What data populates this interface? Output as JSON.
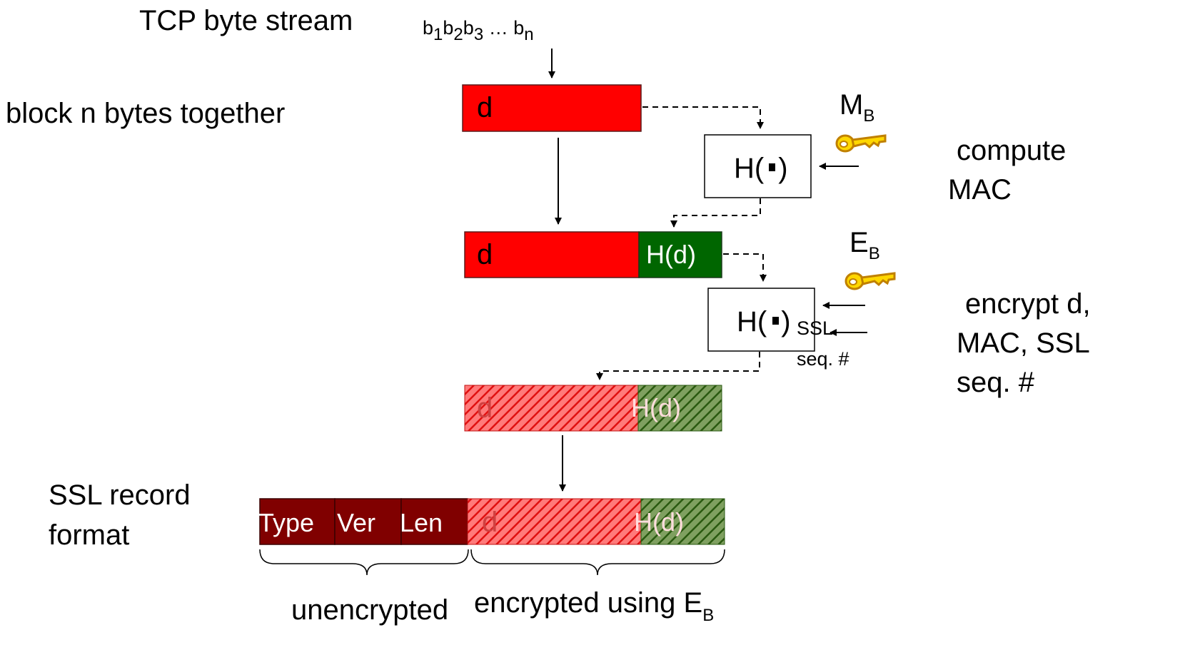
{
  "labels": {
    "tcp_stream": "TCP byte stream",
    "block": "block n bytes together",
    "compute_mac_line1": "compute",
    "compute_mac_line2": "MAC",
    "encrypt_line1": "encrypt d,",
    "encrypt_line2": "MAC, SSL",
    "encrypt_line3": "seq. #",
    "record_line1": "SSL record",
    "record_line2": "format",
    "unencrypted": "unencrypted",
    "encrypted_using": "encrypted using E",
    "encrypted_using_sub": "B"
  },
  "byte_stream": {
    "b": "b",
    "s1": "1",
    "s2": "2",
    "s3": "3",
    "ellipsis": "…",
    "sn": "n"
  },
  "keys": {
    "mac_key": "M",
    "mac_key_sub": "B",
    "enc_key": "E",
    "enc_key_sub": "B"
  },
  "boxes": {
    "hash1": "H(",
    "hash1_end": ")",
    "hash2": "H(",
    "hash2_end": ")",
    "ssl_seq_line1": "SSL",
    "ssl_seq_line2": "seq. #"
  },
  "fields": {
    "d1": "d",
    "d2": "d",
    "hd2": "H(d)",
    "d3": "d",
    "hd3": "H(d)",
    "type": "Type",
    "ver": "Ver",
    "len": "Len",
    "d4": "d",
    "hd4": "H(d)"
  },
  "colors": {
    "data_red": "#ff0000",
    "mac_green": "#006600",
    "header_maroon": "#800000",
    "key_yellow": "#ffd700"
  }
}
